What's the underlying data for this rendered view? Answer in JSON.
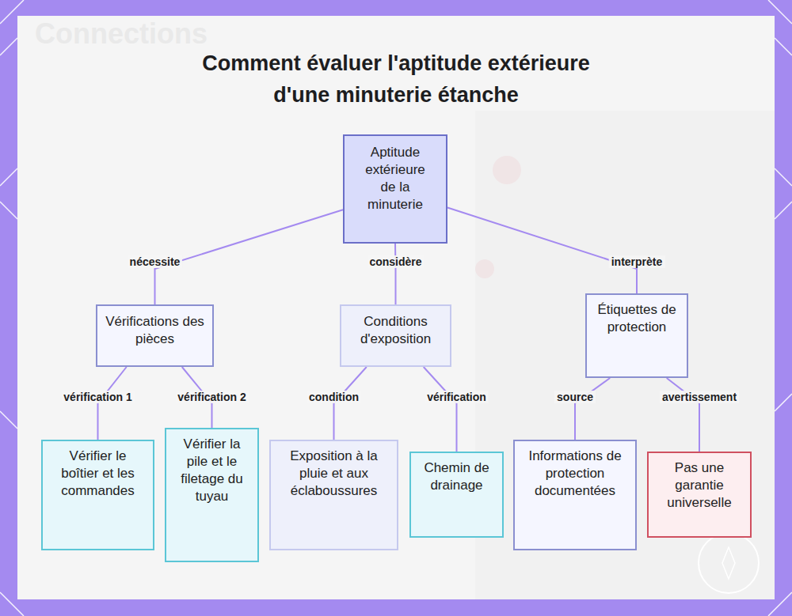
{
  "diagram": {
    "title": "Comment évaluer l'aptitude extérieure d'une minuterie étanche",
    "nodes": [
      {
        "text": [
          "Aptitude extérieure de la minuterie"
        ]
      },
      {
        "text": [
          "Vérifications des pièces"
        ]
      },
      {
        "text": [
          "Conditions d'exposition"
        ]
      },
      {
        "text": [
          "Étiquettes de protection"
        ]
      },
      {
        "text": [
          "Vérifier le boîtier et les commandes"
        ]
      },
      {
        "text": [
          "Vérifier la pile et le filetage du tuyau"
        ]
      },
      {
        "text": [
          "Exposition à la pluie et aux éclaboussures"
        ]
      },
      {
        "text": [
          "Chemin de drainage"
        ]
      },
      {
        "text": [
          "Informations de protection documentées"
        ]
      },
      {
        "text": [
          "Pas une garantie universelle"
        ]
      }
    ],
    "edges": [
      {
        "from": 0,
        "to": 1,
        "label": "nécessite",
        "arrow": "none"
      },
      {
        "from": 0,
        "to": 2,
        "label": "considère",
        "arrow": "none"
      },
      {
        "from": 0,
        "to": 3,
        "label": "interprète",
        "arrow": "none"
      },
      {
        "from": 1,
        "to": 4,
        "label": "vérification 1",
        "arrow": "none"
      },
      {
        "from": 1,
        "to": 5,
        "label": "vérification 2",
        "arrow": "none"
      },
      {
        "from": 2,
        "to": 6,
        "label": "condition",
        "arrow": "none"
      },
      {
        "from": 2,
        "to": 7,
        "label": "vérification",
        "arrow": "none"
      },
      {
        "from": 3,
        "to": 8,
        "label": "source",
        "arrow": "none"
      },
      {
        "from": 3,
        "to": 9,
        "label": "avertissement",
        "arrow": "none"
      }
    ],
    "labels": [
      "Connections"
    ]
  }
}
